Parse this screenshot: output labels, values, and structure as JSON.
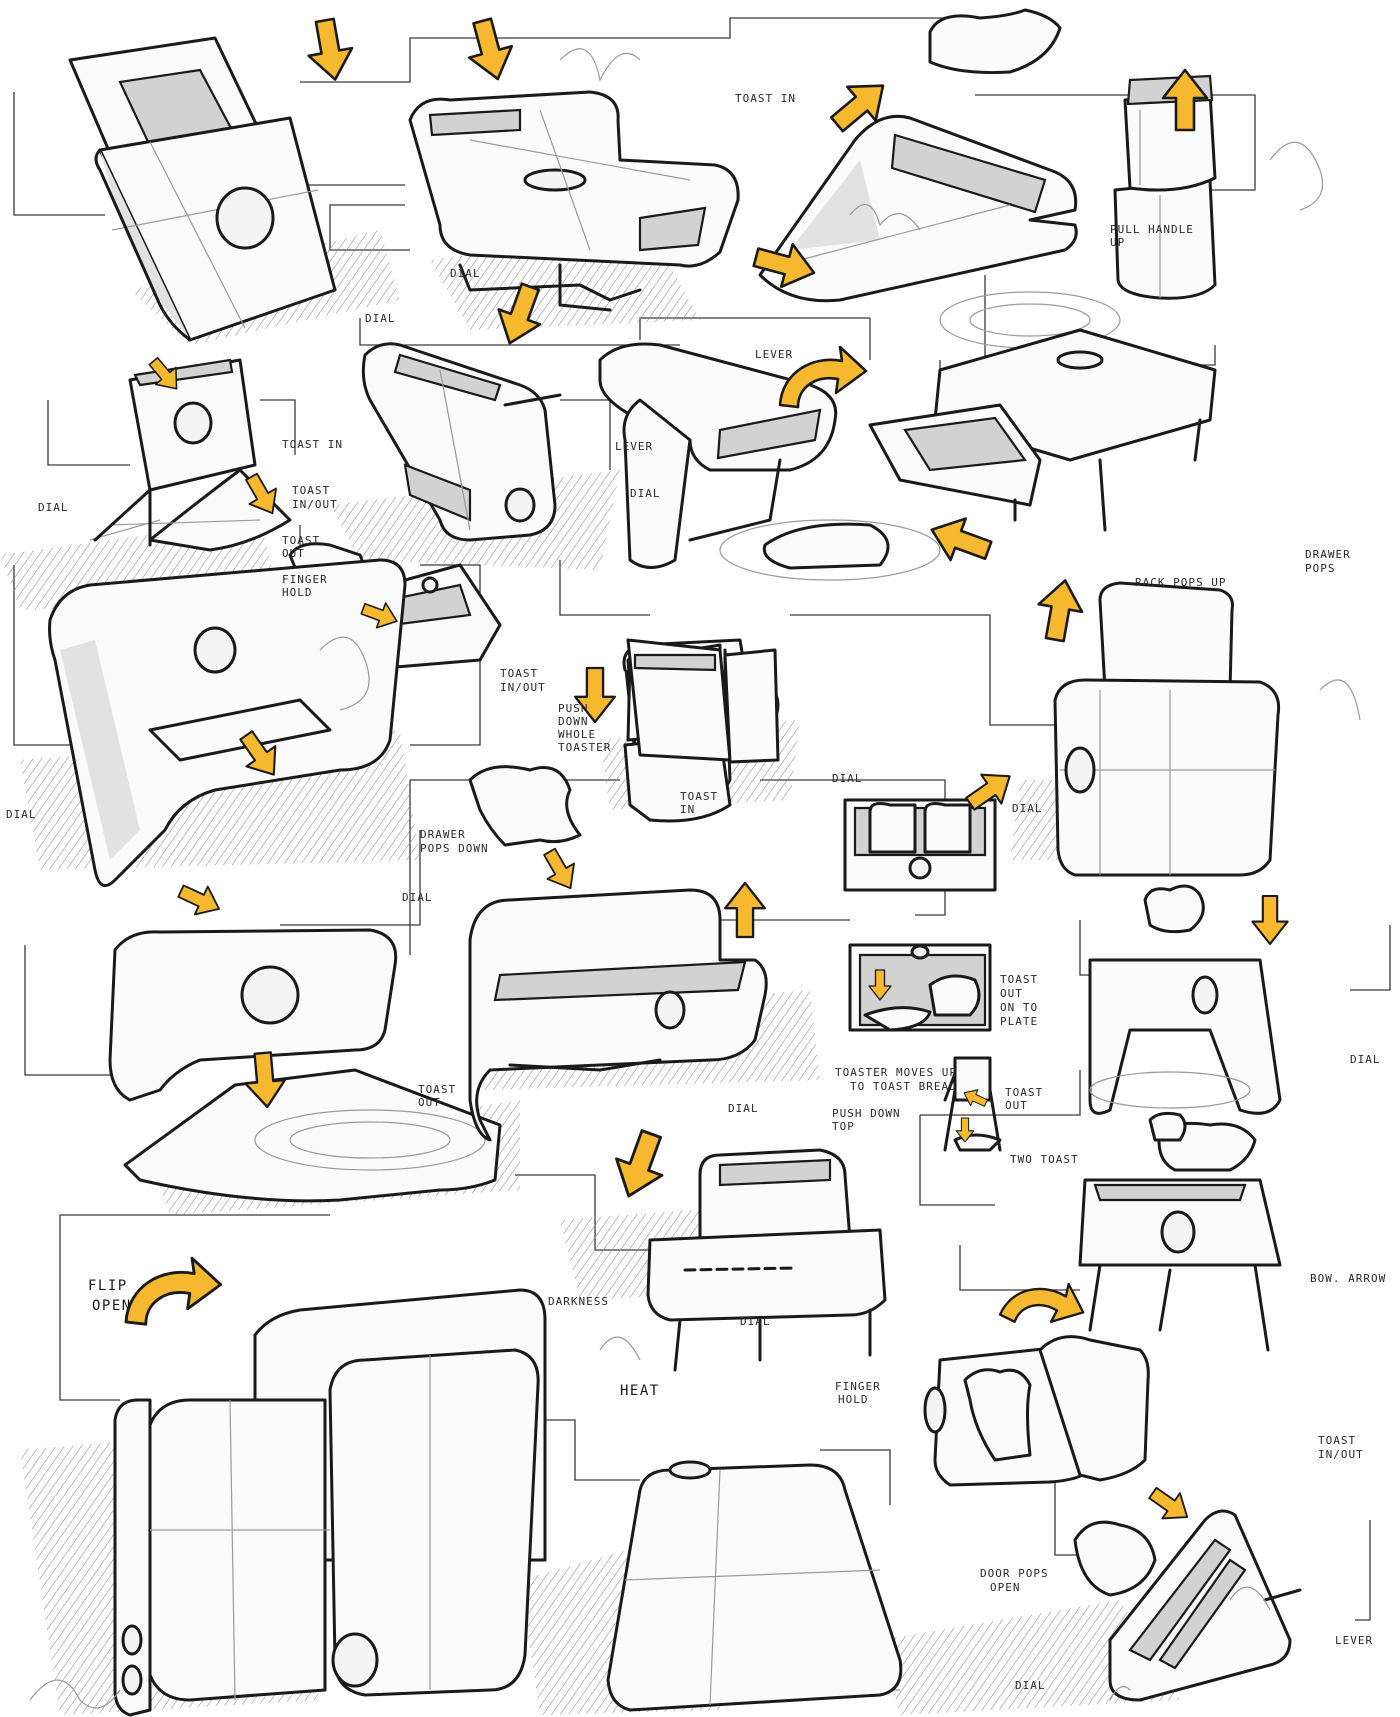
{
  "sheet": {
    "accent_color": "#f5b82e",
    "ink_color": "#1a1a1a",
    "paper_color": "#ffffff"
  },
  "labels": {
    "toast_in": "TOAST IN",
    "dial_1": "DIAL",
    "dial_2": "DIAL",
    "pull_handle_up_1": "PULL HANDLE",
    "pull_handle_up_2": "UP",
    "lever_top": "LEVER",
    "lever_2": "LEVER",
    "dial_3": "DIAL",
    "toast_in_2": "TOAST IN",
    "toast_in_out_1": "TOAST",
    "toast_in_out_2": "IN/OUT",
    "dial_4": "DIAL",
    "toast_out_1": "TOAST",
    "toast_out_2": "OUT",
    "drawer_pops_1": "DRAWER",
    "drawer_pops_2": "POPS",
    "rack_pops_up": "RACK POPS UP",
    "finger_hold_1": "FINGER",
    "finger_hold_2": "HOLD",
    "toast_in_out_3a": "TOAST",
    "toast_in_out_3b": "IN/OUT",
    "push_down_1": "PUSH",
    "push_down_2": "DOWN",
    "push_down_3": "WHOLE",
    "push_down_4": "TOASTER",
    "dial_5": "DIAL",
    "toast_in_3": "TOAST",
    "toast_in_3b": "IN",
    "dial_6": "DIAL",
    "dial_7": "DIAL",
    "drawer_pops_down_1": "DRAWER",
    "drawer_pops_down_2": "POPS DOWN",
    "dial_8": "DIAL",
    "toast_out_plate_1": "TOAST",
    "toast_out_plate_2": "OUT",
    "toast_out_plate_3": "ON TO",
    "toast_out_plate_4": "PLATE",
    "dial_9": "DIAL",
    "toast_out_3a": "TOAST",
    "toast_out_3b": "OUT",
    "dial_10": "DIAL",
    "toaster_moves_1": "TOASTER MOVES UP",
    "toaster_moves_2": "TO TOAST BREAD",
    "push_down_top_1": "PUSH DOWN",
    "push_down_top_2": "TOP",
    "toast_out_4a": "TOAST",
    "toast_out_4b": "OUT",
    "two_toast": "TWO TOAST",
    "flip_open_1": "FLIP",
    "flip_open_2": "OPEN",
    "darkness": "DARKNESS",
    "dial_11": "DIAL",
    "heat": "HEAT",
    "finger_hold_3": "FINGER",
    "finger_hold_4": "HOLD",
    "toast_in_out_5a": "TOAST",
    "toast_in_out_5b": "IN/OUT",
    "door_pops_open_1": "DOOR POPS",
    "door_pops_open_2": "OPEN",
    "lever_3": "LEVER",
    "dial_12": "DIAL",
    "bow_arrow": "BOW. ARROW"
  }
}
